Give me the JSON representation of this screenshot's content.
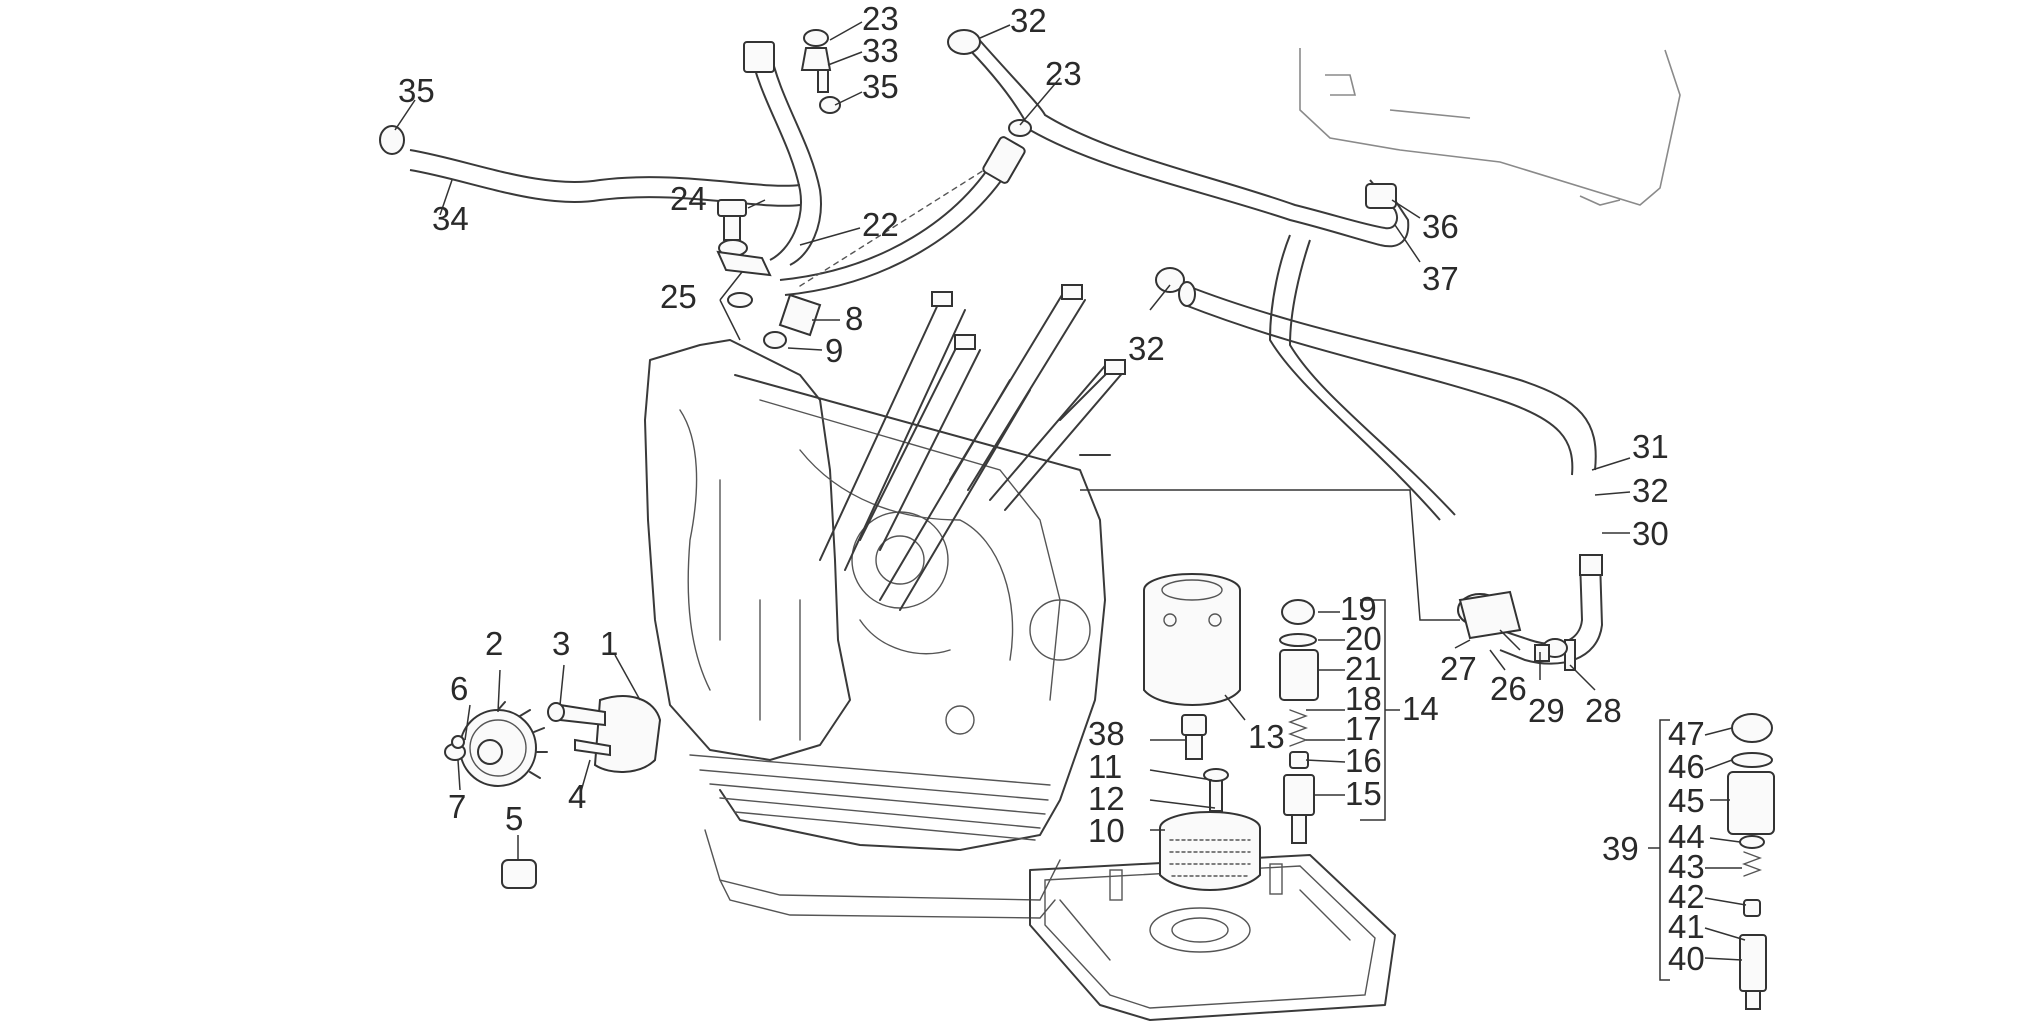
{
  "labels": {
    "l1": "1",
    "l2": "2",
    "l3": "3",
    "l4": "4",
    "l5": "5",
    "l6": "6",
    "l7": "7",
    "l8": "8",
    "l9": "9",
    "l10": "10",
    "l11": "11",
    "l12": "12",
    "l13": "13",
    "l14": "14",
    "l15": "15",
    "l16": "16",
    "l17": "17",
    "l18": "18",
    "l19": "19",
    "l20": "20",
    "l21": "21",
    "l22": "22",
    "l23a": "23",
    "l23b": "23",
    "l24": "24",
    "l25": "25",
    "l26": "26",
    "l27": "27",
    "l28": "28",
    "l29": "29",
    "l30": "30",
    "l31": "31",
    "l32a": "32",
    "l32b": "32",
    "l32c": "32",
    "l33": "33",
    "l34": "34",
    "l35a": "35",
    "l35b": "35",
    "l36": "36",
    "l37": "37",
    "l38": "38",
    "l39": "39",
    "l40": "40",
    "l41": "41",
    "l42": "42",
    "l43": "43",
    "l44": "44",
    "l45": "45",
    "l46": "46",
    "l47": "47"
  }
}
